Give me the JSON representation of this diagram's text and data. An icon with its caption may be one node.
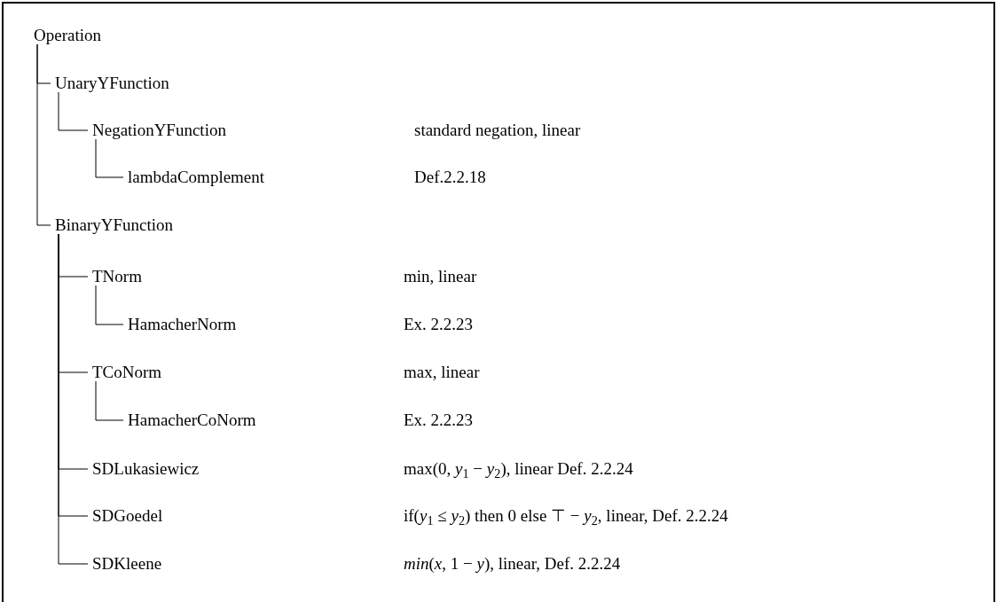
{
  "diagram": {
    "nodes": [
      {
        "text": [
          "Operation"
        ]
      },
      {
        "text": [
          "UnaryYFunction"
        ]
      },
      {
        "text": [
          "NegationYFunction"
        ]
      },
      {
        "text": [
          "lambdaComplement"
        ]
      },
      {
        "text": [
          "BinaryYFunction"
        ]
      },
      {
        "text": [
          "TNorm"
        ]
      },
      {
        "text": [
          "HamacherNorm"
        ]
      },
      {
        "text": [
          "TCoNorm"
        ]
      },
      {
        "text": [
          "HamacherCoNorm"
        ]
      },
      {
        "text": [
          "SDLukasiewicz"
        ]
      },
      {
        "text": [
          "SDGoedel"
        ]
      },
      {
        "text": [
          "SDKleene"
        ]
      }
    ],
    "edges": [
      {
        "from": 0,
        "to": 1,
        "arrow": "none"
      },
      {
        "from": 1,
        "to": 2,
        "arrow": "none"
      },
      {
        "from": 2,
        "to": 3,
        "arrow": "none"
      },
      {
        "from": 0,
        "to": 4,
        "arrow": "none"
      },
      {
        "from": 4,
        "to": 5,
        "arrow": "none"
      },
      {
        "from": 5,
        "to": 6,
        "arrow": "none"
      },
      {
        "from": 4,
        "to": 7,
        "arrow": "none"
      },
      {
        "from": 7,
        "to": 8,
        "arrow": "none"
      },
      {
        "from": 4,
        "to": 9,
        "arrow": "none"
      },
      {
        "from": 4,
        "to": 10,
        "arrow": "none"
      },
      {
        "from": 4,
        "to": 11,
        "arrow": "none"
      }
    ],
    "labels": [
      "standard negation, linear",
      "Def.2.2.18",
      "min, linear",
      "Ex. 2.2.23",
      "max, linear",
      "Ex. 2.2.23",
      "max(0, *y*$_{1}$ − *y*$_{2}$), linear Def. 2.2.24",
      "if(*y*$_{1}$ ≤ *y*$_{2}$) then 0 else ⊤ − *y*$_{2}$, linear, Def. 2.2.24",
      "*min*(*x*, 1 − *y*), linear, Def. 2.2.24"
    ]
  }
}
